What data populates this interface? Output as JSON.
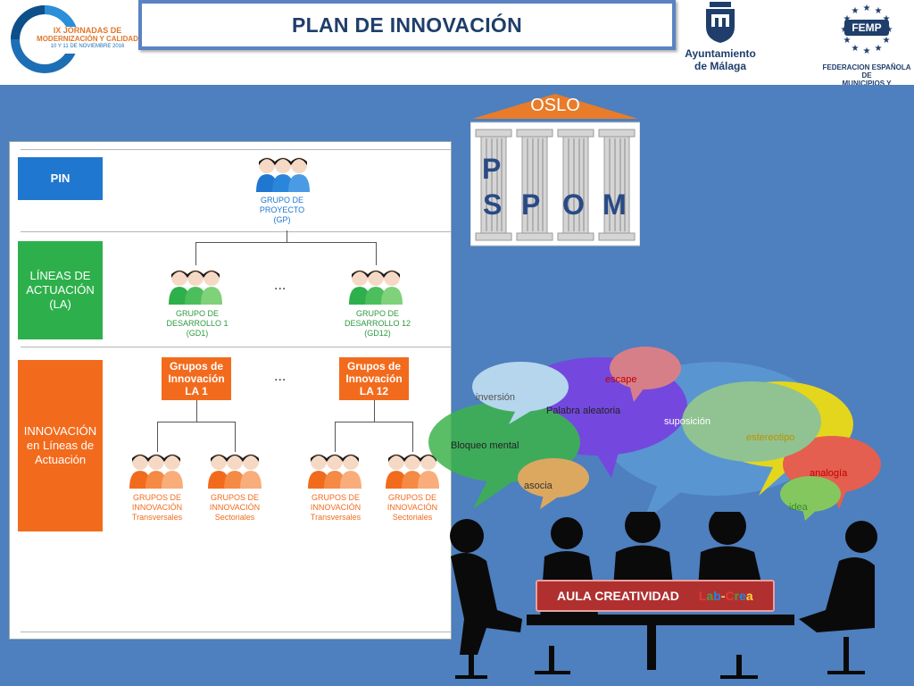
{
  "header": {
    "title": "PLAN DE INNOVACIÓN",
    "event_logo": {
      "line1": "IX JORNADAS DE",
      "line2": "MODERNIZACIÓN Y CALIDAD",
      "line3": "10 Y 11 DE NOVIEMBRE 2016"
    },
    "malaga": {
      "line1": "Ayuntamiento",
      "line2": "de Málaga"
    },
    "femp": {
      "badge": "FEMP",
      "line1": "FEDERACION ESPAÑOLA DE",
      "line2": "MUNICIPIOS Y PROVINCIAS"
    }
  },
  "org_chart": {
    "rows": [
      {
        "label": "PIN",
        "color": "#1f77d0"
      },
      {
        "label": "LÍNEAS DE ACTUACIÓN (LA)",
        "color": "#2db04b"
      },
      {
        "label": "INNOVACIÓN en Líneas de Actuación",
        "color": "#f26b1d"
      }
    ],
    "gp": {
      "line1": "GRUPO DE",
      "line2": "PROYECTO",
      "line3": "(GP)"
    },
    "gd1": {
      "line1": "GRUPO DE",
      "line2": "DESARROLLO 1",
      "line3": "(GD1)"
    },
    "gd12": {
      "line1": "GRUPO DE",
      "line2": "DESARROLLO 12",
      "line3": "(GD12)"
    },
    "ellipsis": "...",
    "gi1": {
      "line1": "Grupos de",
      "line2": "Innovación",
      "line3": "LA 1"
    },
    "gi12": {
      "line1": "Grupos de",
      "line2": "Innovación",
      "line3": "LA 12"
    },
    "leaf_transversal": {
      "line1": "GRUPOS DE",
      "line2": "INNOVACIÓN",
      "line3": "Transversales"
    },
    "leaf_sectorial": {
      "line1": "GRUPOS DE",
      "line2": "INNOVACIÓN",
      "line3": "Sectoriales"
    }
  },
  "temple": {
    "roof_label": "OSLO",
    "letter_top": "P",
    "letters": [
      "S",
      "P",
      "O",
      "M"
    ]
  },
  "bubbles": [
    {
      "word": "escape",
      "color": "#c00000"
    },
    {
      "word": "inversión",
      "color": "#555555"
    },
    {
      "word": "Palabra aleatoria",
      "color": "#222222"
    },
    {
      "word": "suposición",
      "color": "#ffffff"
    },
    {
      "word": "estereotipo",
      "color": "#c09000"
    },
    {
      "word": "Bloqueo mental",
      "color": "#222222"
    },
    {
      "word": "asocia",
      "color": "#333333"
    },
    {
      "word": "analogía",
      "color": "#c00000"
    },
    {
      "word": "idea",
      "color": "#3a8a2a"
    }
  ],
  "aula": {
    "label": "AULA CREATIVIDAD",
    "brand_parts": [
      {
        "text": "L",
        "color": "#e53935"
      },
      {
        "text": "a",
        "color": "#43a047"
      },
      {
        "text": "b",
        "color": "#1e88e5"
      },
      {
        "text": "-",
        "color": "#fdd835"
      },
      {
        "text": "C",
        "color": "#e53935"
      },
      {
        "text": "r",
        "color": "#43a047"
      },
      {
        "text": "e",
        "color": "#1e88e5"
      },
      {
        "text": "a",
        "color": "#fdd835"
      }
    ]
  }
}
